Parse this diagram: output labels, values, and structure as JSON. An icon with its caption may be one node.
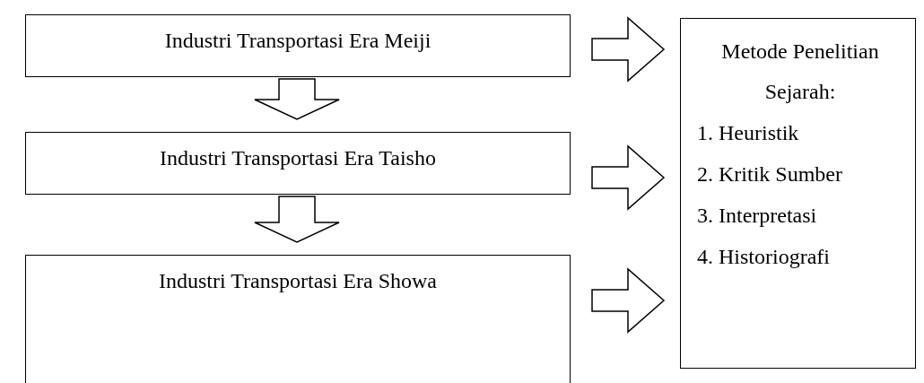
{
  "diagram": {
    "nodes": [
      {
        "text": [
          "Industri Transportasi Era Meiji"
        ]
      },
      {
        "text": [
          "Industri Transportasi Era Taisho"
        ]
      },
      {
        "text": [
          "Industri Transportasi Era Showa"
        ]
      },
      {
        "text": [
          "Metode Penelitian Sejarah:",
          "1. Heuristik",
          "2. Kritik Sumber",
          "3. Interpretasi",
          "4. Historiografi"
        ]
      }
    ],
    "edges": [
      {
        "from": 0,
        "to": 3,
        "arrow": "to"
      },
      {
        "from": 0,
        "to": 1,
        "arrow": "to"
      },
      {
        "from": 1,
        "to": 3,
        "arrow": "to"
      },
      {
        "from": 1,
        "to": 2,
        "arrow": "to"
      },
      {
        "from": 2,
        "to": 3,
        "arrow": "to"
      }
    ]
  }
}
